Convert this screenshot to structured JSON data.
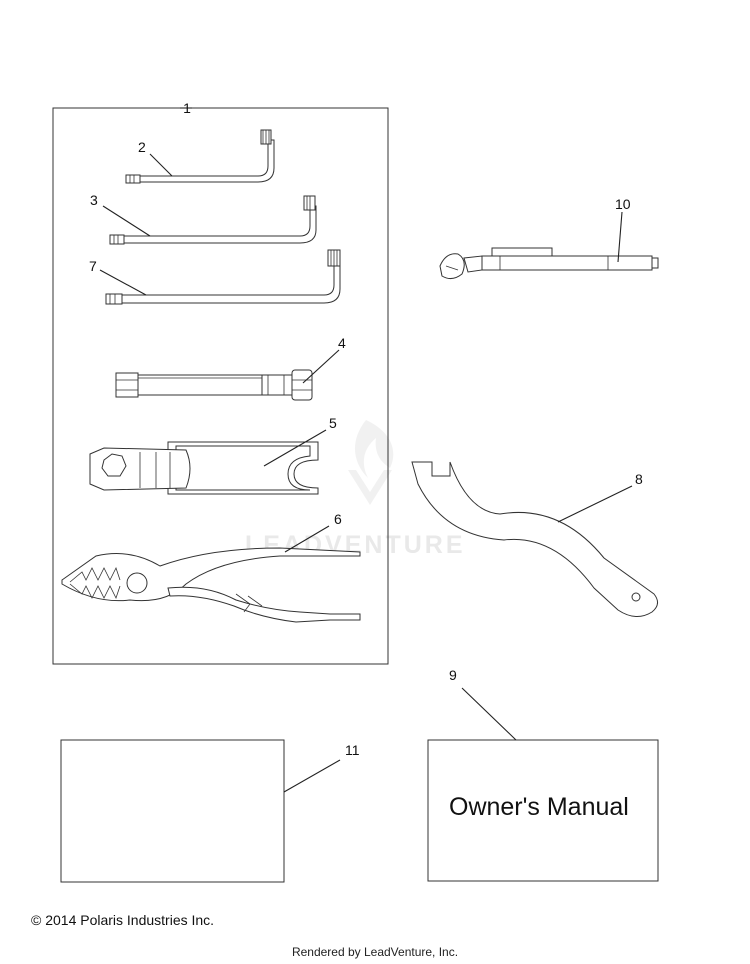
{
  "callouts": {
    "c1": "1",
    "c2": "2",
    "c3": "3",
    "c4": "4",
    "c5": "5",
    "c6": "6",
    "c7": "7",
    "c8": "8",
    "c9": "9",
    "c10": "10",
    "c11": "11"
  },
  "manual": {
    "title": "Owner's Manual"
  },
  "watermark": {
    "text": "LEADVENTURE"
  },
  "footer": {
    "copyright": "© 2014 Polaris Industries Inc.",
    "rendered_by": "Rendered by LeadVenture, Inc."
  },
  "colors": {
    "line": "#222222",
    "watermark": "#e9e9e9",
    "background": "#ffffff"
  }
}
